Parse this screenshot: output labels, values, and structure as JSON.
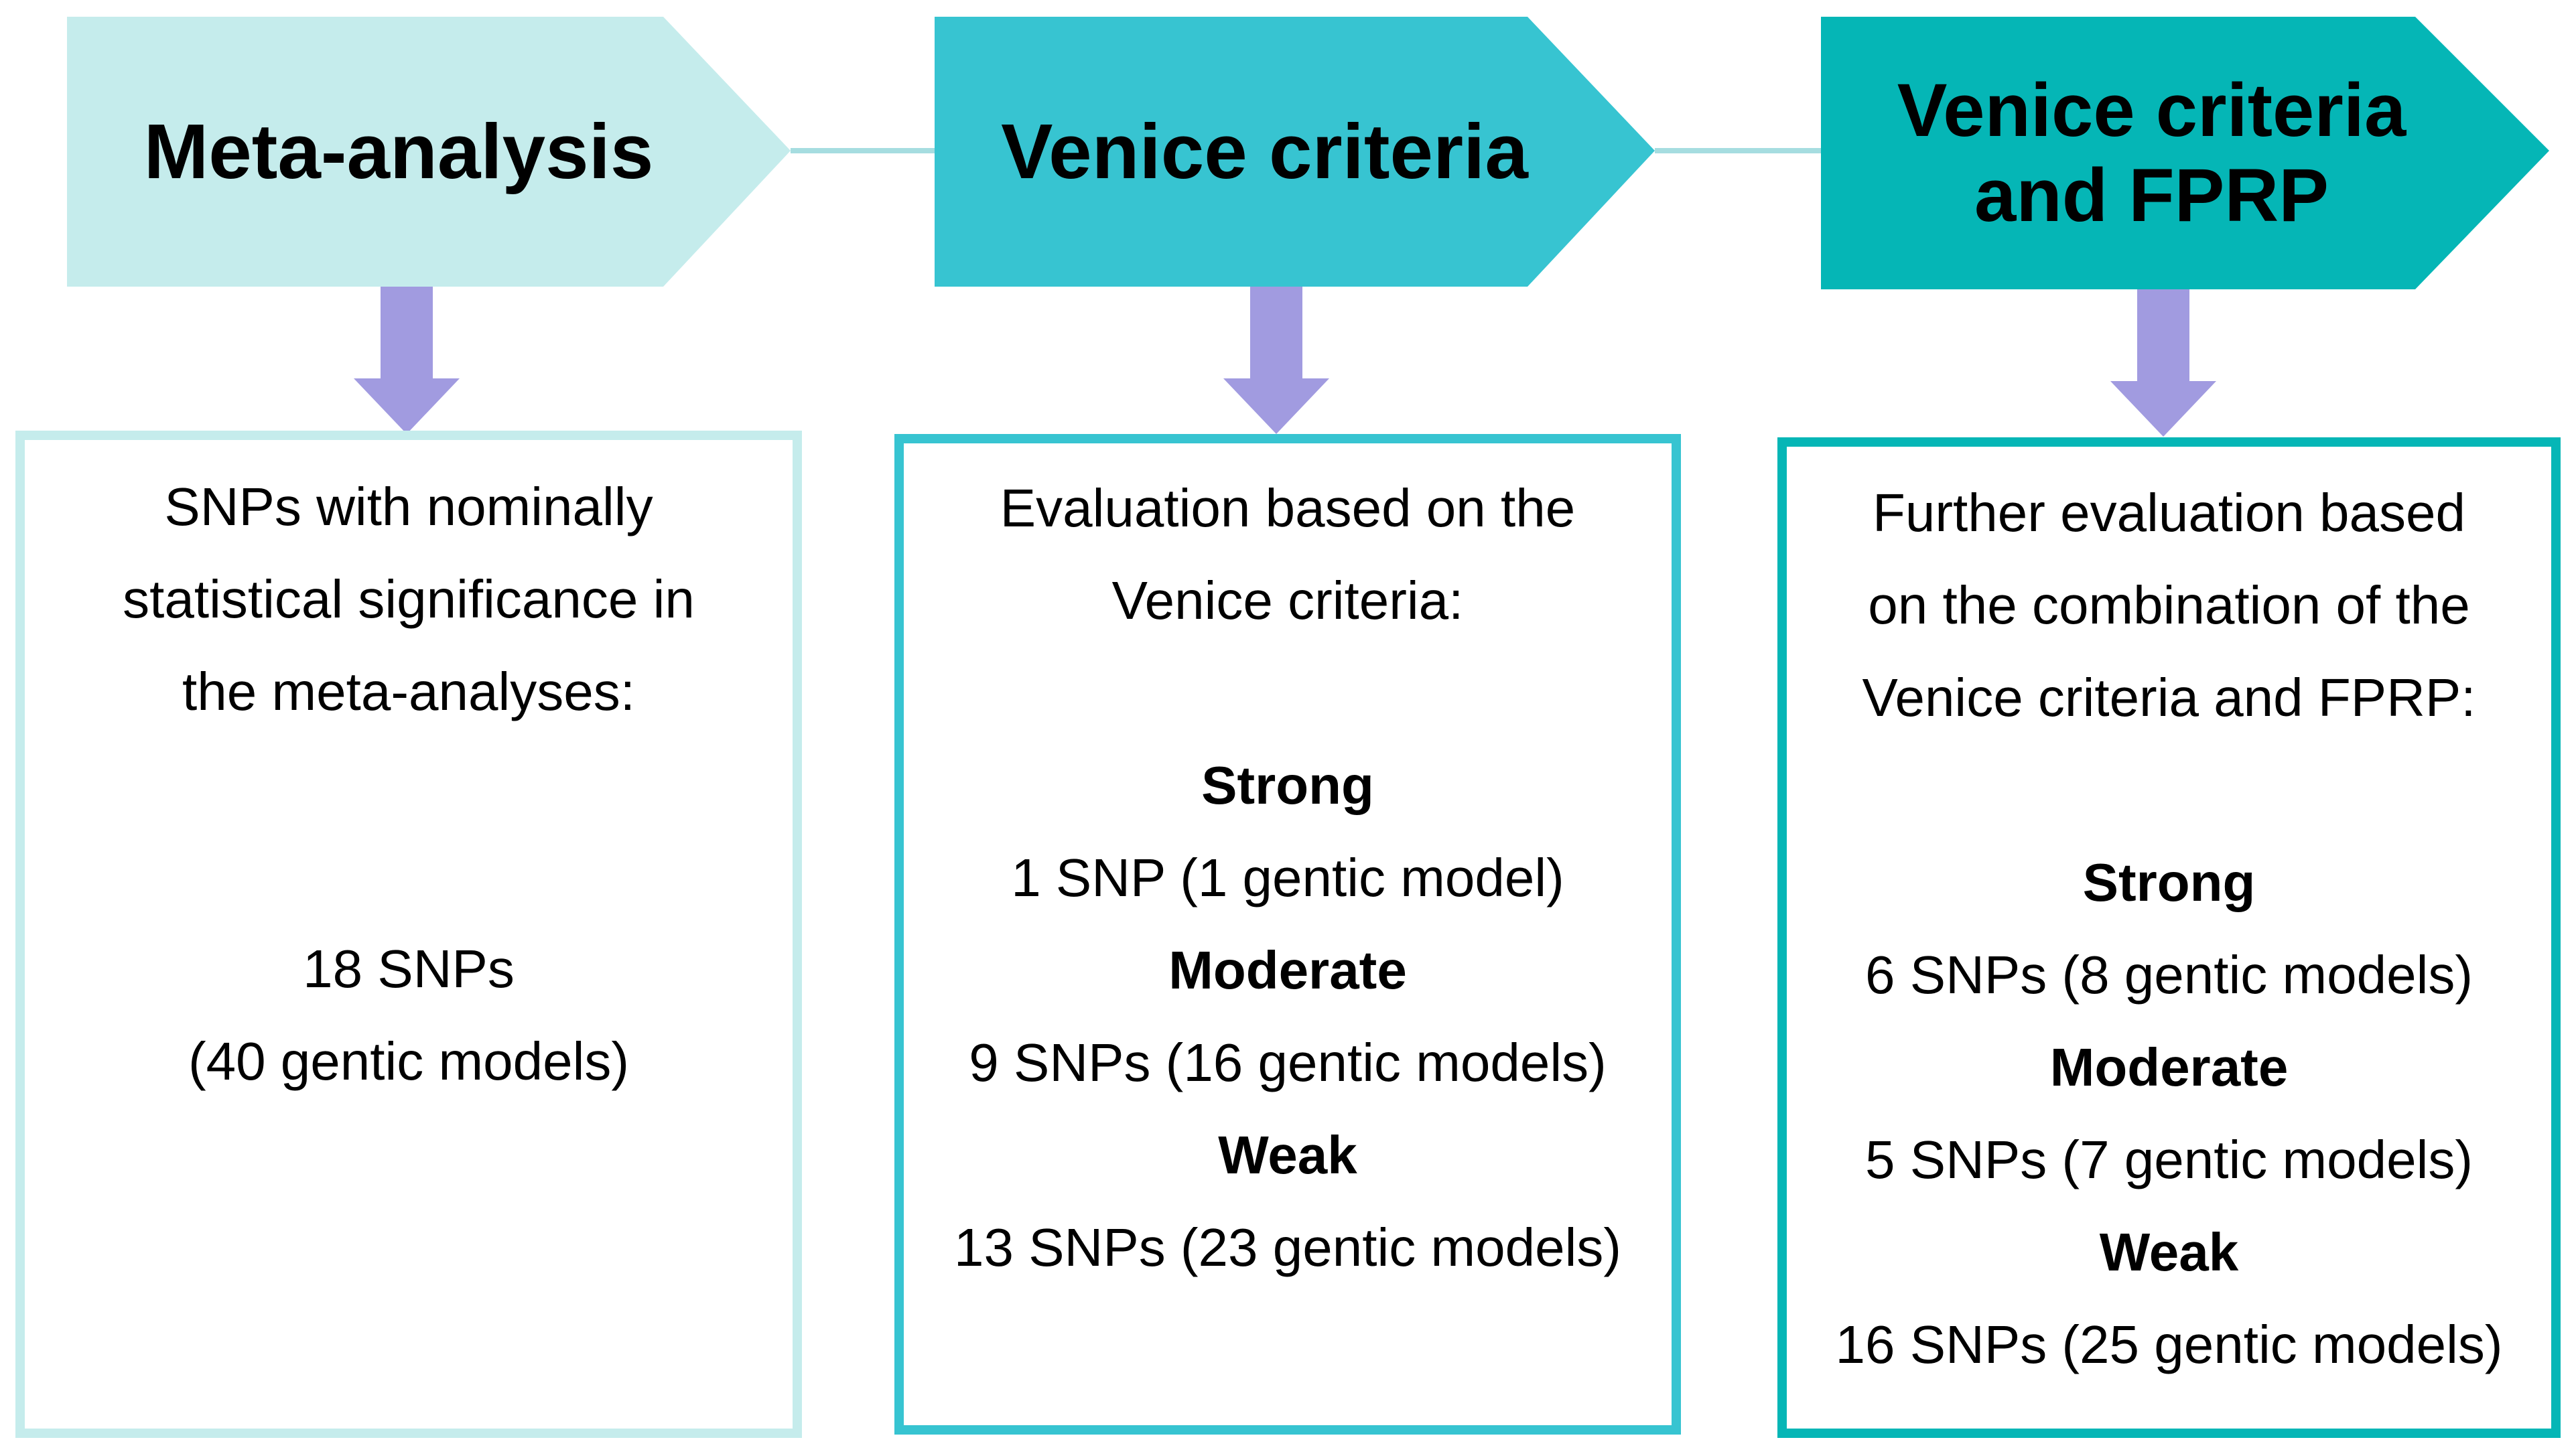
{
  "colors": {
    "stage1_fill": "#c5ecec",
    "stage2_fill": "#37c4d1",
    "stage3_fill": "#05b6b6",
    "connector": "#a6dde0",
    "arrow": "#a19be0",
    "box1_border": "#c5ecec",
    "box2_border": "#37c4d1",
    "box3_border": "#05b6b6"
  },
  "stages": [
    {
      "title_lines": [
        "Meta-analysis"
      ],
      "box_lines": [
        "SNPs with nominally",
        "statistical significance in",
        "the meta-analyses:",
        "",
        "",
        "18 SNPs",
        "(40 gentic models)"
      ]
    },
    {
      "title_lines": [
        "Venice criteria"
      ],
      "box_lines": [
        "Evaluation based on the",
        "Venice criteria:"
      ],
      "results": [
        {
          "level": "Strong",
          "detail": "1 SNP (1 gentic model)"
        },
        {
          "level": "Moderate",
          "detail": "9 SNPs (16 gentic models)"
        },
        {
          "level": "Weak",
          "detail": "13 SNPs (23 gentic models)"
        }
      ]
    },
    {
      "title_lines": [
        "Venice criteria",
        "and FPRP"
      ],
      "box_lines": [
        "Further evaluation based",
        "on the combination of the",
        "Venice criteria and FPRP:"
      ],
      "results": [
        {
          "level": "Strong",
          "detail": "6 SNPs (8 gentic models)"
        },
        {
          "level": "Moderate",
          "detail": "5 SNPs (7 gentic models)"
        },
        {
          "level": "Weak",
          "detail": "16 SNPs (25 gentic models)"
        }
      ]
    }
  ]
}
